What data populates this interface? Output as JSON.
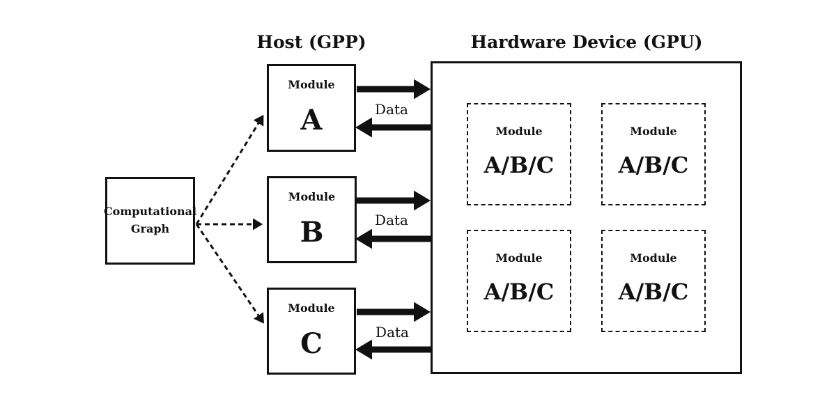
{
  "canvas": {
    "background": "#ffffff",
    "ink": "#111111"
  },
  "graph": {
    "label": "Computational Graph"
  },
  "host": {
    "title": "Host (GPP)",
    "modules": [
      {
        "kind": "Module",
        "letter": "A"
      },
      {
        "kind": "Module",
        "letter": "B"
      },
      {
        "kind": "Module",
        "letter": "C"
      }
    ]
  },
  "device": {
    "title": "Hardware Device (GPU)",
    "modules": [
      {
        "kind": "Module",
        "letters": "A/B/C"
      },
      {
        "kind": "Module",
        "letters": "A/B/C"
      },
      {
        "kind": "Module",
        "letters": "A/B/C"
      },
      {
        "kind": "Module",
        "letters": "A/B/C"
      }
    ]
  },
  "links": {
    "data_labels": [
      "Data",
      "Data",
      "Data"
    ]
  }
}
